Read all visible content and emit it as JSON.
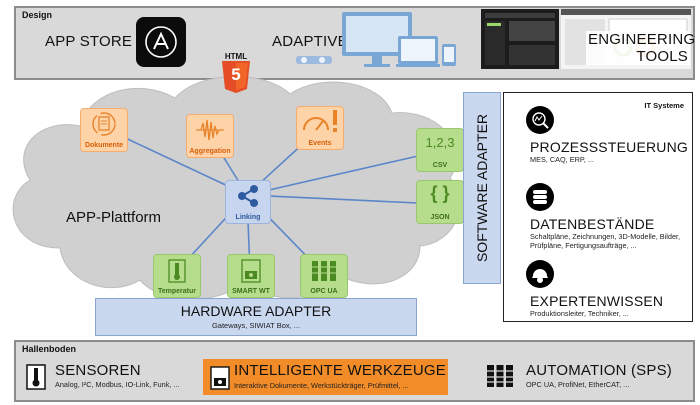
{
  "design": {
    "section_label": "Design",
    "app_store": "APP STORE",
    "adaptive_hmi": "ADAPTIVE HMI",
    "engineering_tools_line1": "ENGINEERING",
    "engineering_tools_line2": "TOOLS",
    "html5_label": "HTML",
    "html5_number": "5"
  },
  "platform": {
    "title": "APP-Plattform",
    "top_nodes": [
      {
        "label": "Dokumente",
        "icon": "document-cycle-icon"
      },
      {
        "label": "Aggregation",
        "icon": "waveform-icon"
      },
      {
        "label": "Events",
        "icon": "gauge-alert-icon"
      }
    ],
    "center_node": {
      "label": "Linking",
      "icon": "share-nodes-icon"
    },
    "bottom_nodes": [
      {
        "label": "Temperatur",
        "icon": "thermometer-icon"
      },
      {
        "label": "SMART WT",
        "icon": "smart-tool-icon"
      },
      {
        "label": "OPC UA",
        "icon": "server-rack-icon"
      }
    ],
    "right_nodes": [
      {
        "label": "CSV",
        "glyph": "1,2,3",
        "icon": "csv-icon"
      },
      {
        "label": "JSON",
        "glyph": "{ }",
        "icon": "json-icon"
      }
    ]
  },
  "hardware_adapter": {
    "title": "HARDWARE ADAPTER",
    "subtitle": "Gateways, SIWIAT Box, ..."
  },
  "software_adapter": {
    "title": "SOFTWARE ADAPTER"
  },
  "it_systems": {
    "section_label": "IT Systeme",
    "items": [
      {
        "title": "PROZESSSTEUERUNG",
        "desc": "MES, CAQ, ERP, ...",
        "icon": "process-chart-icon"
      },
      {
        "title": "DATENBESTÄNDE",
        "desc": "Schaltpläne, Zeichnungen, 3D-Modelle, Bilder, Prüfpläne, Fertigungsaufträge, ...",
        "icon": "database-icon"
      },
      {
        "title": "EXPERTENWISSEN",
        "desc": "Produktionsleiter, Techniker, ...",
        "icon": "expert-helmet-icon"
      }
    ]
  },
  "shopfloor": {
    "section_label": "Hallenboden",
    "sensors": {
      "title": "SENSOREN",
      "desc": "Analog, I²C, Modbus, IO-Link, Funk, ...",
      "icon": "sensor-thermometer-icon"
    },
    "tools": {
      "title": "INTELLIGENTE WERKZEUGE",
      "desc": "Interaktive Dokumente, Werkstückträger, Prüfmittel, ...",
      "icon": "smart-tool-icon"
    },
    "automation": {
      "title": "AUTOMATION (SPS)",
      "desc": "OPC UA, ProfiNet, EtherCAT, ...",
      "icon": "plc-rack-icon"
    }
  },
  "colors": {
    "band_gray": "#d9d9d9",
    "cloud_gray": "#d0d0d0",
    "adapter_blue": "#c9d7ef",
    "node_orange": "#ffd3a8",
    "node_green": "#b6dd8c",
    "node_blue": "#c7d6ee",
    "tools_orange": "#f28c28",
    "line_blue": "#5b86c9"
  }
}
